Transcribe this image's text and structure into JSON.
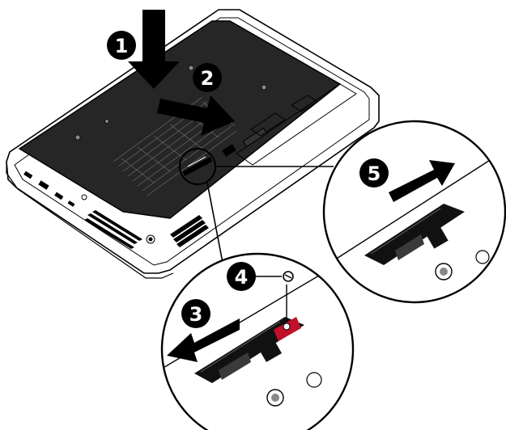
{
  "steps": [
    {
      "label": "1"
    },
    {
      "label": "2"
    },
    {
      "label": "3"
    },
    {
      "label": "4"
    },
    {
      "label": "5"
    }
  ],
  "colors": {
    "outline": "#000000",
    "panel": "#2a2a2a",
    "arrow": "#000000",
    "badge": "#000000",
    "latch": "#111111",
    "screw_highlight": "#c2102a",
    "background": "#ffffff"
  },
  "icons": {
    "arrow_down": "arrow-down-icon",
    "arrow_right": "arrow-right-icon",
    "arrow_left": "arrow-left-icon",
    "screw": "screw-icon"
  }
}
